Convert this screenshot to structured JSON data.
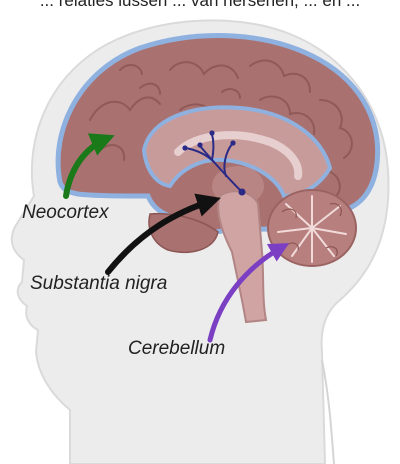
{
  "top_text": "... relaties lussen ... van hersenen, ... en ...",
  "labels": {
    "neocortex": "Neocortex",
    "substantia_nigra": "Substantia nigra",
    "cerebellum": "Cerebellum"
  },
  "colors": {
    "neocortex_arrow": "#1a7a1a",
    "substantia_nigra_arrow": "#111111",
    "cerebellum_arrow": "#7b3fc4",
    "cortex_outline": "#8fb1e0",
    "brain_tissue": "#a86c6e",
    "head_silhouette": "#e6e6e6",
    "neuron_pathway": "#2b2a86"
  }
}
